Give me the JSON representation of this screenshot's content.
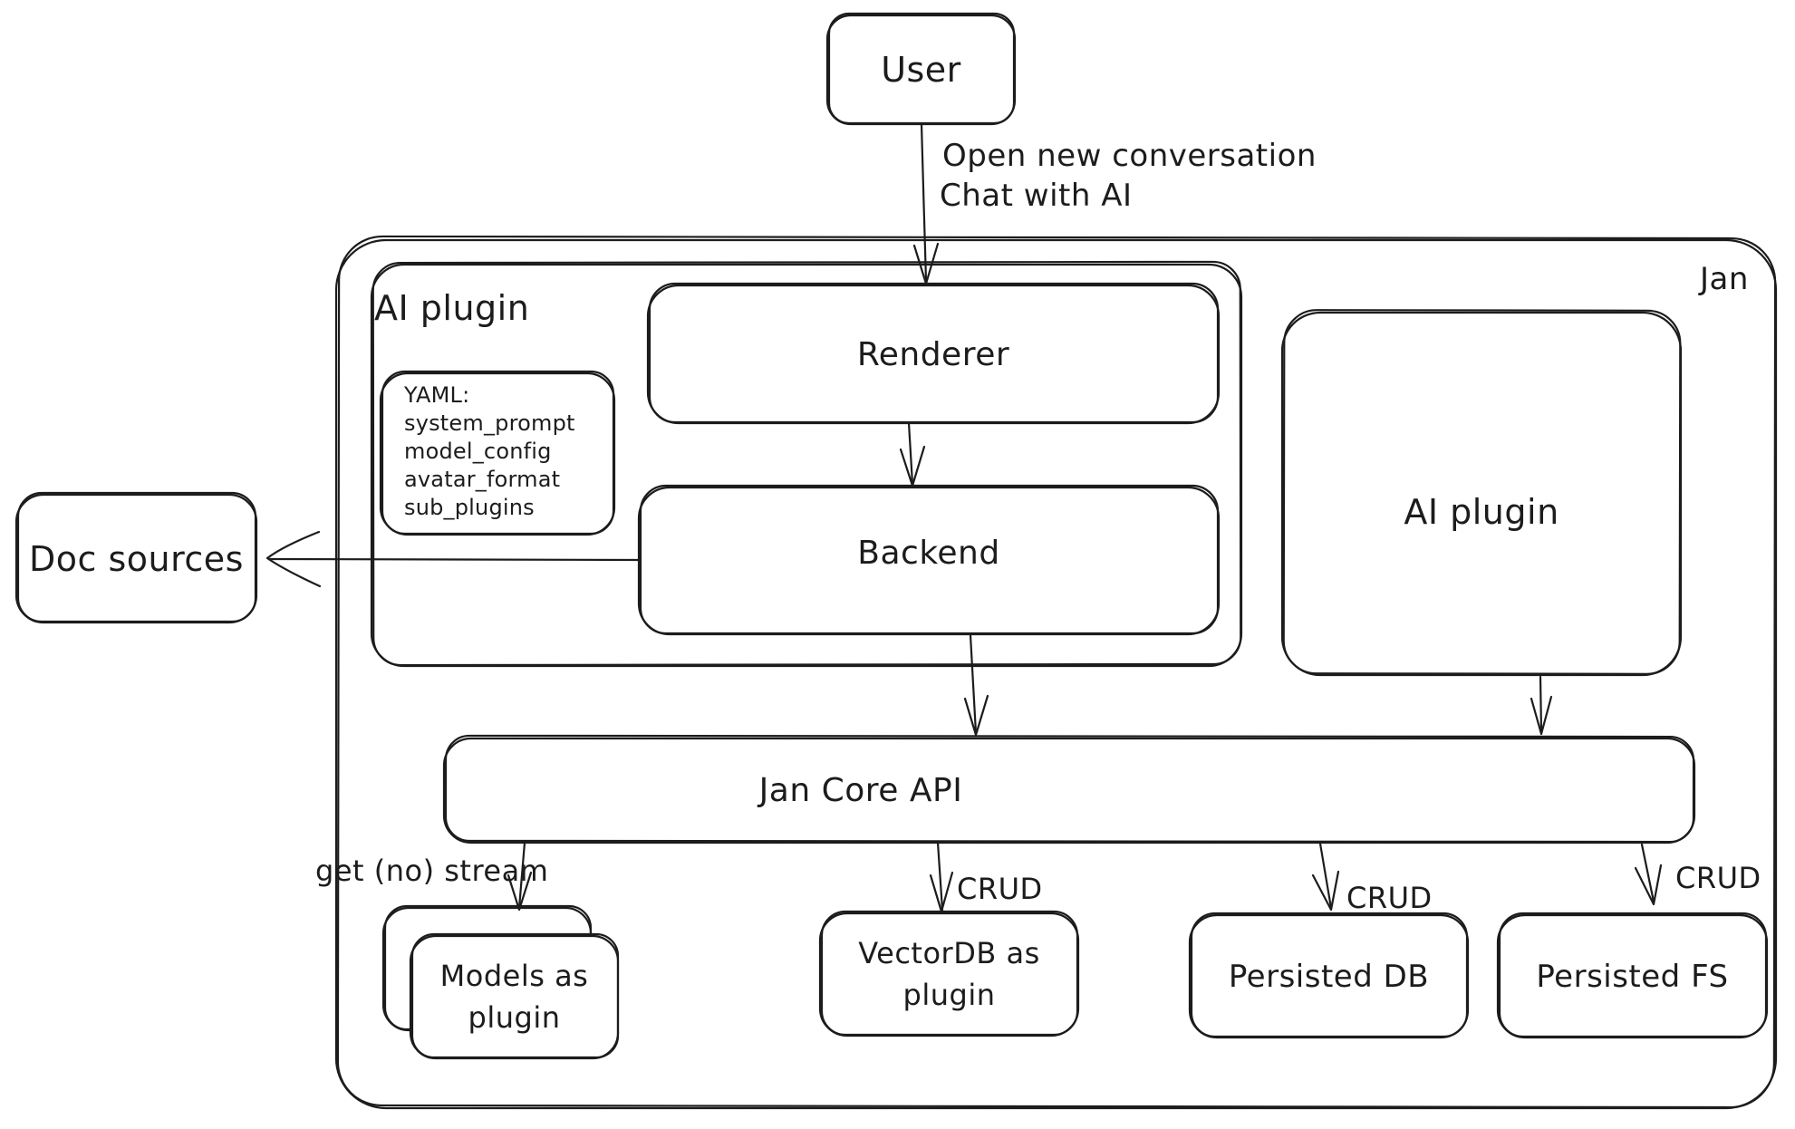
{
  "canvas": {
    "ink_color": "#1c1c1c",
    "background": "#ffffff"
  },
  "diagram": {
    "container_label": "Jan",
    "nodes": {
      "user": {
        "label": "User"
      },
      "ai_plugin_left": {
        "label": "AI plugin"
      },
      "renderer": {
        "label": "Renderer"
      },
      "yaml_note": {
        "lines": [
          "YAML:",
          "system_prompt",
          "model_config",
          "avatar_format",
          "sub_plugins"
        ]
      },
      "backend": {
        "label": "Backend"
      },
      "ai_plugin_right": {
        "label": "AI plugin"
      },
      "doc_sources": {
        "label": "Doc sources"
      },
      "jan_core_api": {
        "label": "Jan Core API"
      },
      "models_plugin": {
        "line1": "Models as",
        "line2": "plugin"
      },
      "vectordb_plugin": {
        "line1": "VectorDB as",
        "line2": "plugin"
      },
      "persisted_db": {
        "label": "Persisted DB"
      },
      "persisted_fs": {
        "label": "Persisted FS"
      }
    },
    "edges": {
      "user_to_renderer": {
        "label_line1": "Open new conversation",
        "label_line2": "Chat with AI"
      },
      "core_to_models": {
        "label": "get (no) stream"
      },
      "core_to_vectordb": {
        "label": "CRUD"
      },
      "core_to_persisted_db": {
        "label": "CRUD"
      },
      "core_to_persisted_fs": {
        "label": "CRUD"
      }
    }
  }
}
